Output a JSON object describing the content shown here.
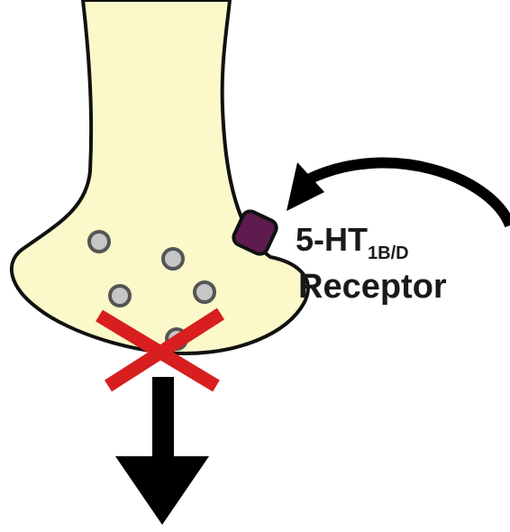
{
  "diagram": {
    "receptor_label": {
      "main": "5-HT",
      "subscript": "1B/D",
      "line2": "Receptor"
    },
    "colors": {
      "terminal_fill": "#fbf9c9",
      "outline": "#111111",
      "vesicle_fill": "#c6c6c6",
      "vesicle_stroke": "#555555",
      "receptor_fill": "#5e1b4d",
      "block_cross": "#d81e1e",
      "arrow": "#000000"
    },
    "icons": {
      "receptor": "receptor-square-icon",
      "block": "x-cross-icon",
      "release_arrow": "arrow-down-icon",
      "agonist_arrow": "curved-arrow-icon"
    }
  }
}
